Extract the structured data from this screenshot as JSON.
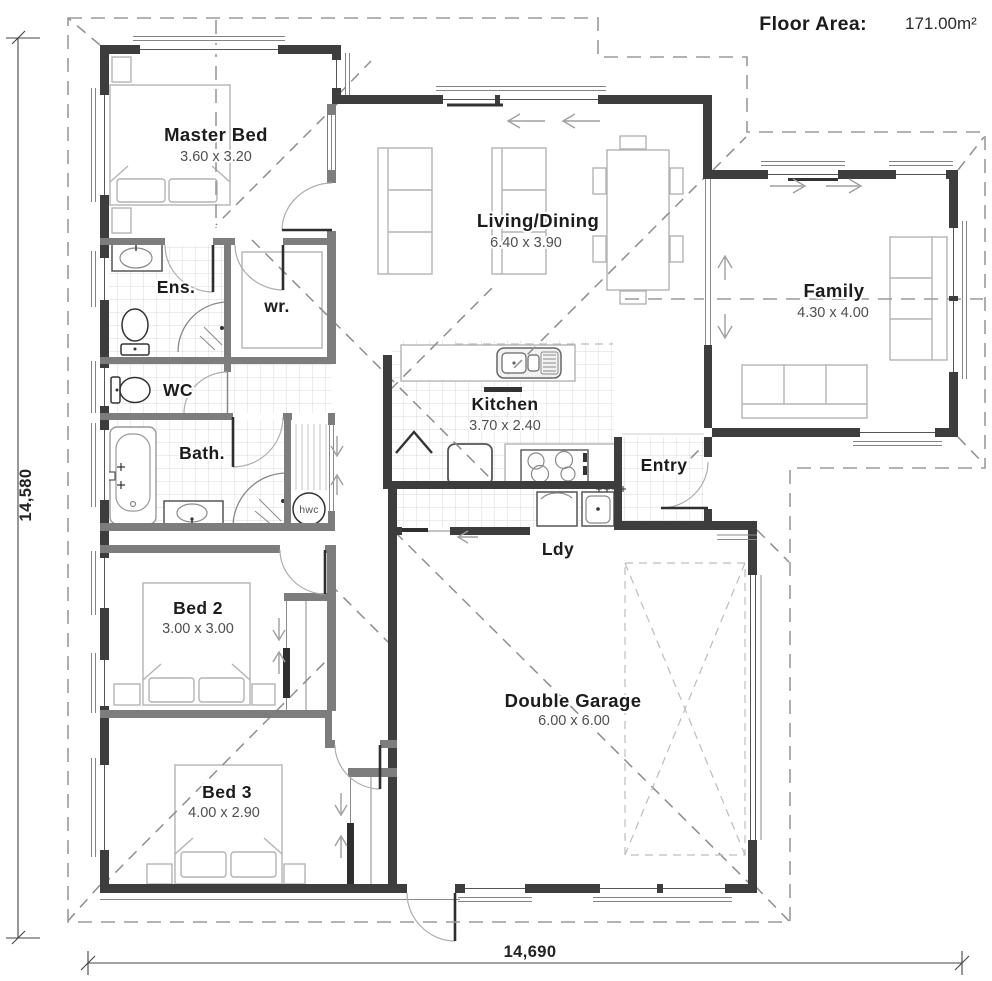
{
  "header": {
    "floor_area_label": "Floor Area:",
    "floor_area_value": "171.00m²"
  },
  "dimensions": {
    "overall_height": "14,580",
    "overall_width": "14,690"
  },
  "rooms": {
    "master": {
      "name": "Master Bed",
      "dims": "3.60 x 3.20"
    },
    "living": {
      "name": "Living/Dining",
      "dims": "6.40 x 3.90"
    },
    "family": {
      "name": "Family",
      "dims": "4.30 x 4.00"
    },
    "ens": {
      "name": "Ens."
    },
    "wr": {
      "name": "wr."
    },
    "wc": {
      "name": "WC"
    },
    "bath": {
      "name": "Bath."
    },
    "kitchen": {
      "name": "Kitchen",
      "dims": "3.70 x 2.40"
    },
    "entry": {
      "name": "Entry"
    },
    "ldy": {
      "name": "Ldy"
    },
    "bed2": {
      "name": "Bed 2",
      "dims": "3.00 x 3.00"
    },
    "bed3": {
      "name": "Bed 3",
      "dims": "4.00 x 2.90"
    },
    "garage": {
      "name": "Double Garage",
      "dims": "6.00 x 6.00"
    },
    "hwc": {
      "name": "hwc"
    }
  },
  "colors": {
    "exterior_wall": "#3d3d3d",
    "interior_wall": "#7d7d7d",
    "furniture": "#b3b3b3",
    "tile_grid": "#dadada",
    "roof_dash": "#9a9a9a",
    "text": "#1c1c1c",
    "dim_text": "#4f4f4f",
    "background": "#ffffff"
  }
}
